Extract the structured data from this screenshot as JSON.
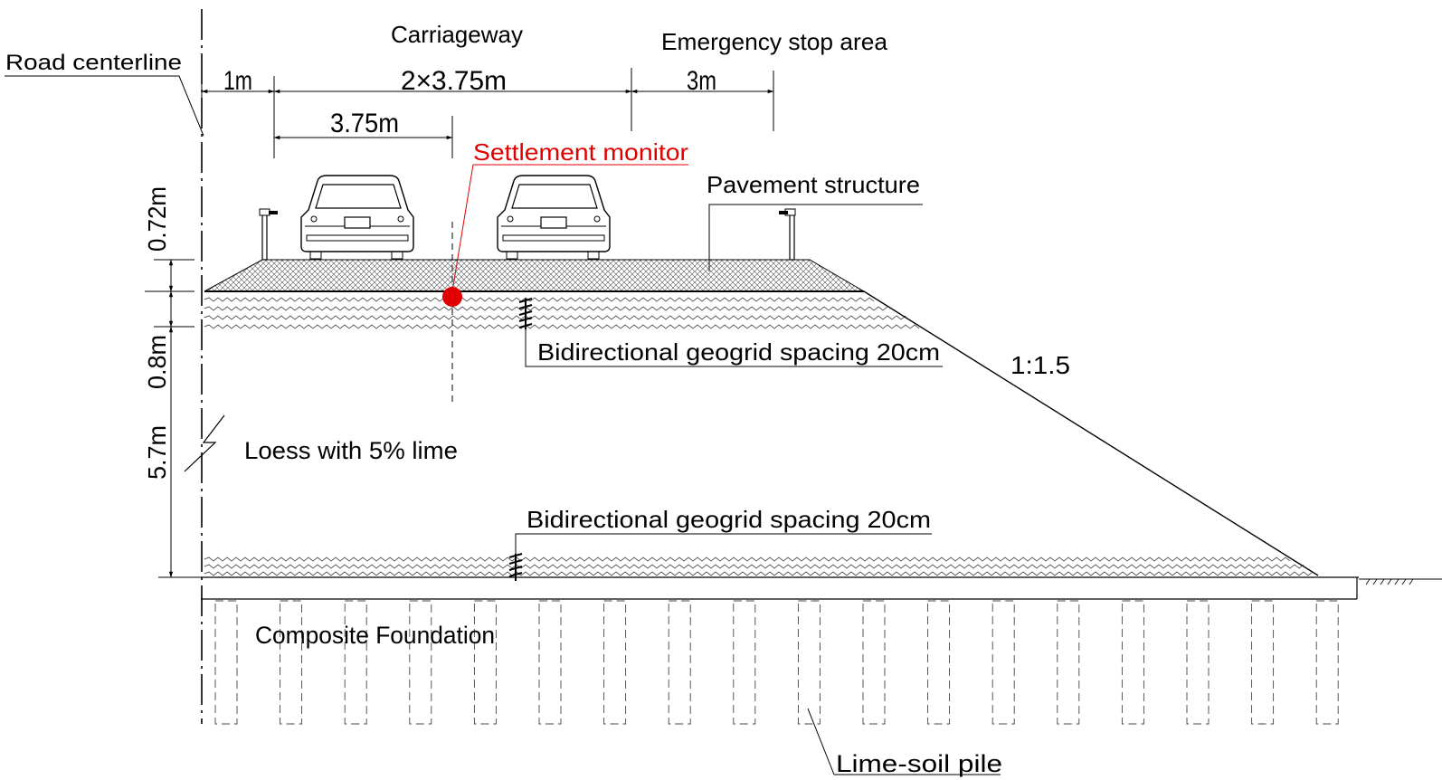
{
  "labels": {
    "road_centerline": "Road centerline",
    "carriageway": "Carriageway",
    "emergency_stop_area": "Emergency stop area",
    "settlement_monitor": "Settlement monitor",
    "pavement_structure": "Pavement structure",
    "geogrid_upper": "Bidirectional geogrid spacing 20cm",
    "geogrid_lower": "Bidirectional geogrid spacing 20cm",
    "slope_ratio": "1:1.5",
    "fill_material": "Loess with 5% lime",
    "composite_foundation": "Composite Foundation",
    "lime_soil_pile": "Lime-soil pile"
  },
  "dimensions": {
    "shoulder_1m": "1m",
    "carriageway_total": "2×3.75m",
    "emergency_3m": "3m",
    "lane_3_75m": "3.75m",
    "pavement_0_72m": "0.72m",
    "geogrid_zone_0_8m": "0.8m",
    "fill_5_7m": "5.7m"
  },
  "colors": {
    "line": "#000000",
    "monitor": "#e00000"
  }
}
